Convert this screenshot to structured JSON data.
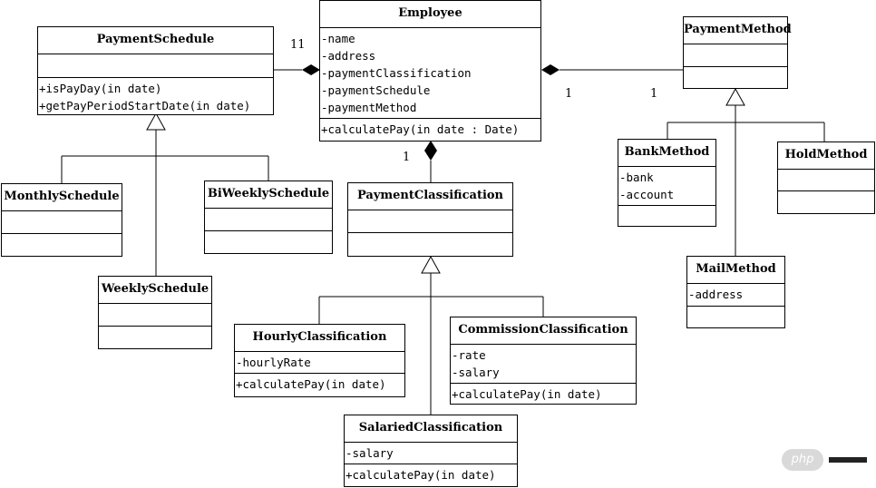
{
  "classes": {
    "employee": {
      "name": "Employee",
      "attributes": [
        "-name",
        "-address",
        "-paymentClassification",
        "-paymentSchedule",
        "-paymentMethod"
      ],
      "operations": [
        "+calculatePay(in date : Date)"
      ]
    },
    "payment_schedule": {
      "name": "PaymentSchedule",
      "attributes": [],
      "operations": [
        "+isPayDay(in date)",
        "+getPayPeriodStartDate(in date)"
      ]
    },
    "payment_method": {
      "name": "PaymentMethod",
      "attributes": [],
      "operations": []
    },
    "monthly_schedule": {
      "name": "MonthlySchedule",
      "attributes": [],
      "operations": []
    },
    "biweekly_schedule": {
      "name": "BiWeeklySchedule",
      "attributes": [],
      "operations": []
    },
    "weekly_schedule": {
      "name": "WeeklySchedule",
      "attributes": [],
      "operations": []
    },
    "payment_classification": {
      "name": "PaymentClassification",
      "attributes": [],
      "operations": []
    },
    "hourly_classification": {
      "name": "HourlyClassification",
      "attributes": [
        "-hourlyRate"
      ],
      "operations": [
        "+calculatePay(in date)"
      ]
    },
    "commission_classification": {
      "name": "CommissionClassification",
      "attributes": [
        "-rate",
        "-salary"
      ],
      "operations": [
        "+calculatePay(in date)"
      ]
    },
    "salaried_classification": {
      "name": "SalariedClassification",
      "attributes": [
        "-salary"
      ],
      "operations": [
        "+calculatePay(in date)"
      ]
    },
    "bank_method": {
      "name": "BankMethod",
      "attributes": [
        "-bank",
        "-account"
      ],
      "operations": []
    },
    "hold_method": {
      "name": "HoldMethod",
      "attributes": [],
      "operations": []
    },
    "mail_method": {
      "name": "MailMethod",
      "attributes": [
        "-address"
      ],
      "operations": []
    }
  },
  "multiplicities": {
    "schedule_end": "11",
    "classification_end": "1",
    "method_employee_end": "1",
    "method_end": "1"
  },
  "watermark": {
    "text": "php"
  }
}
